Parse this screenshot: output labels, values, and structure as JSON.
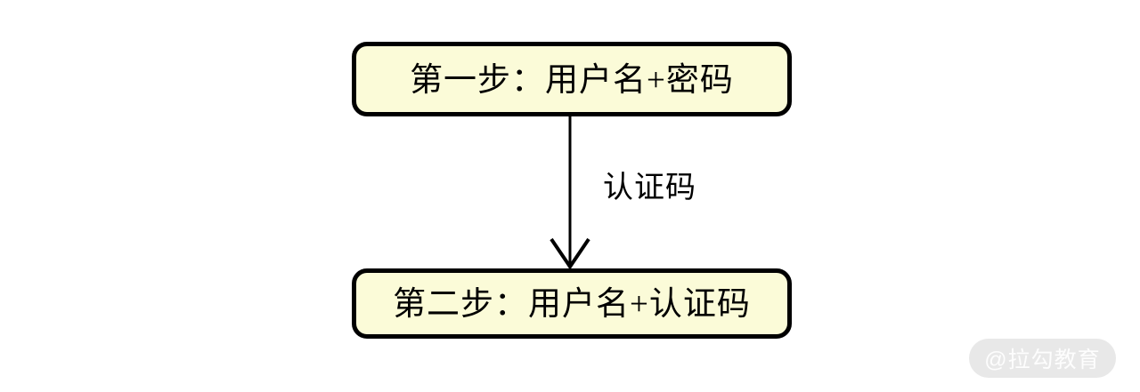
{
  "diagram": {
    "type": "flowchart",
    "background": "#FFFFFF",
    "nodes": [
      {
        "id": "step1",
        "label": "第一步：用户名+密码"
      },
      {
        "id": "step2",
        "label": "第二步：用户名+认证码"
      }
    ],
    "edge": {
      "from": "step1",
      "to": "step2",
      "direction": "down",
      "label": "认证码"
    },
    "colors": {
      "node_fill": "#FBFBD8",
      "node_border": "#000000",
      "arrow": "#000000",
      "text": "#000000"
    }
  },
  "watermark": {
    "text": "@拉勾教育",
    "bg": "#E8E8E8",
    "color": "#FDFDFD"
  }
}
